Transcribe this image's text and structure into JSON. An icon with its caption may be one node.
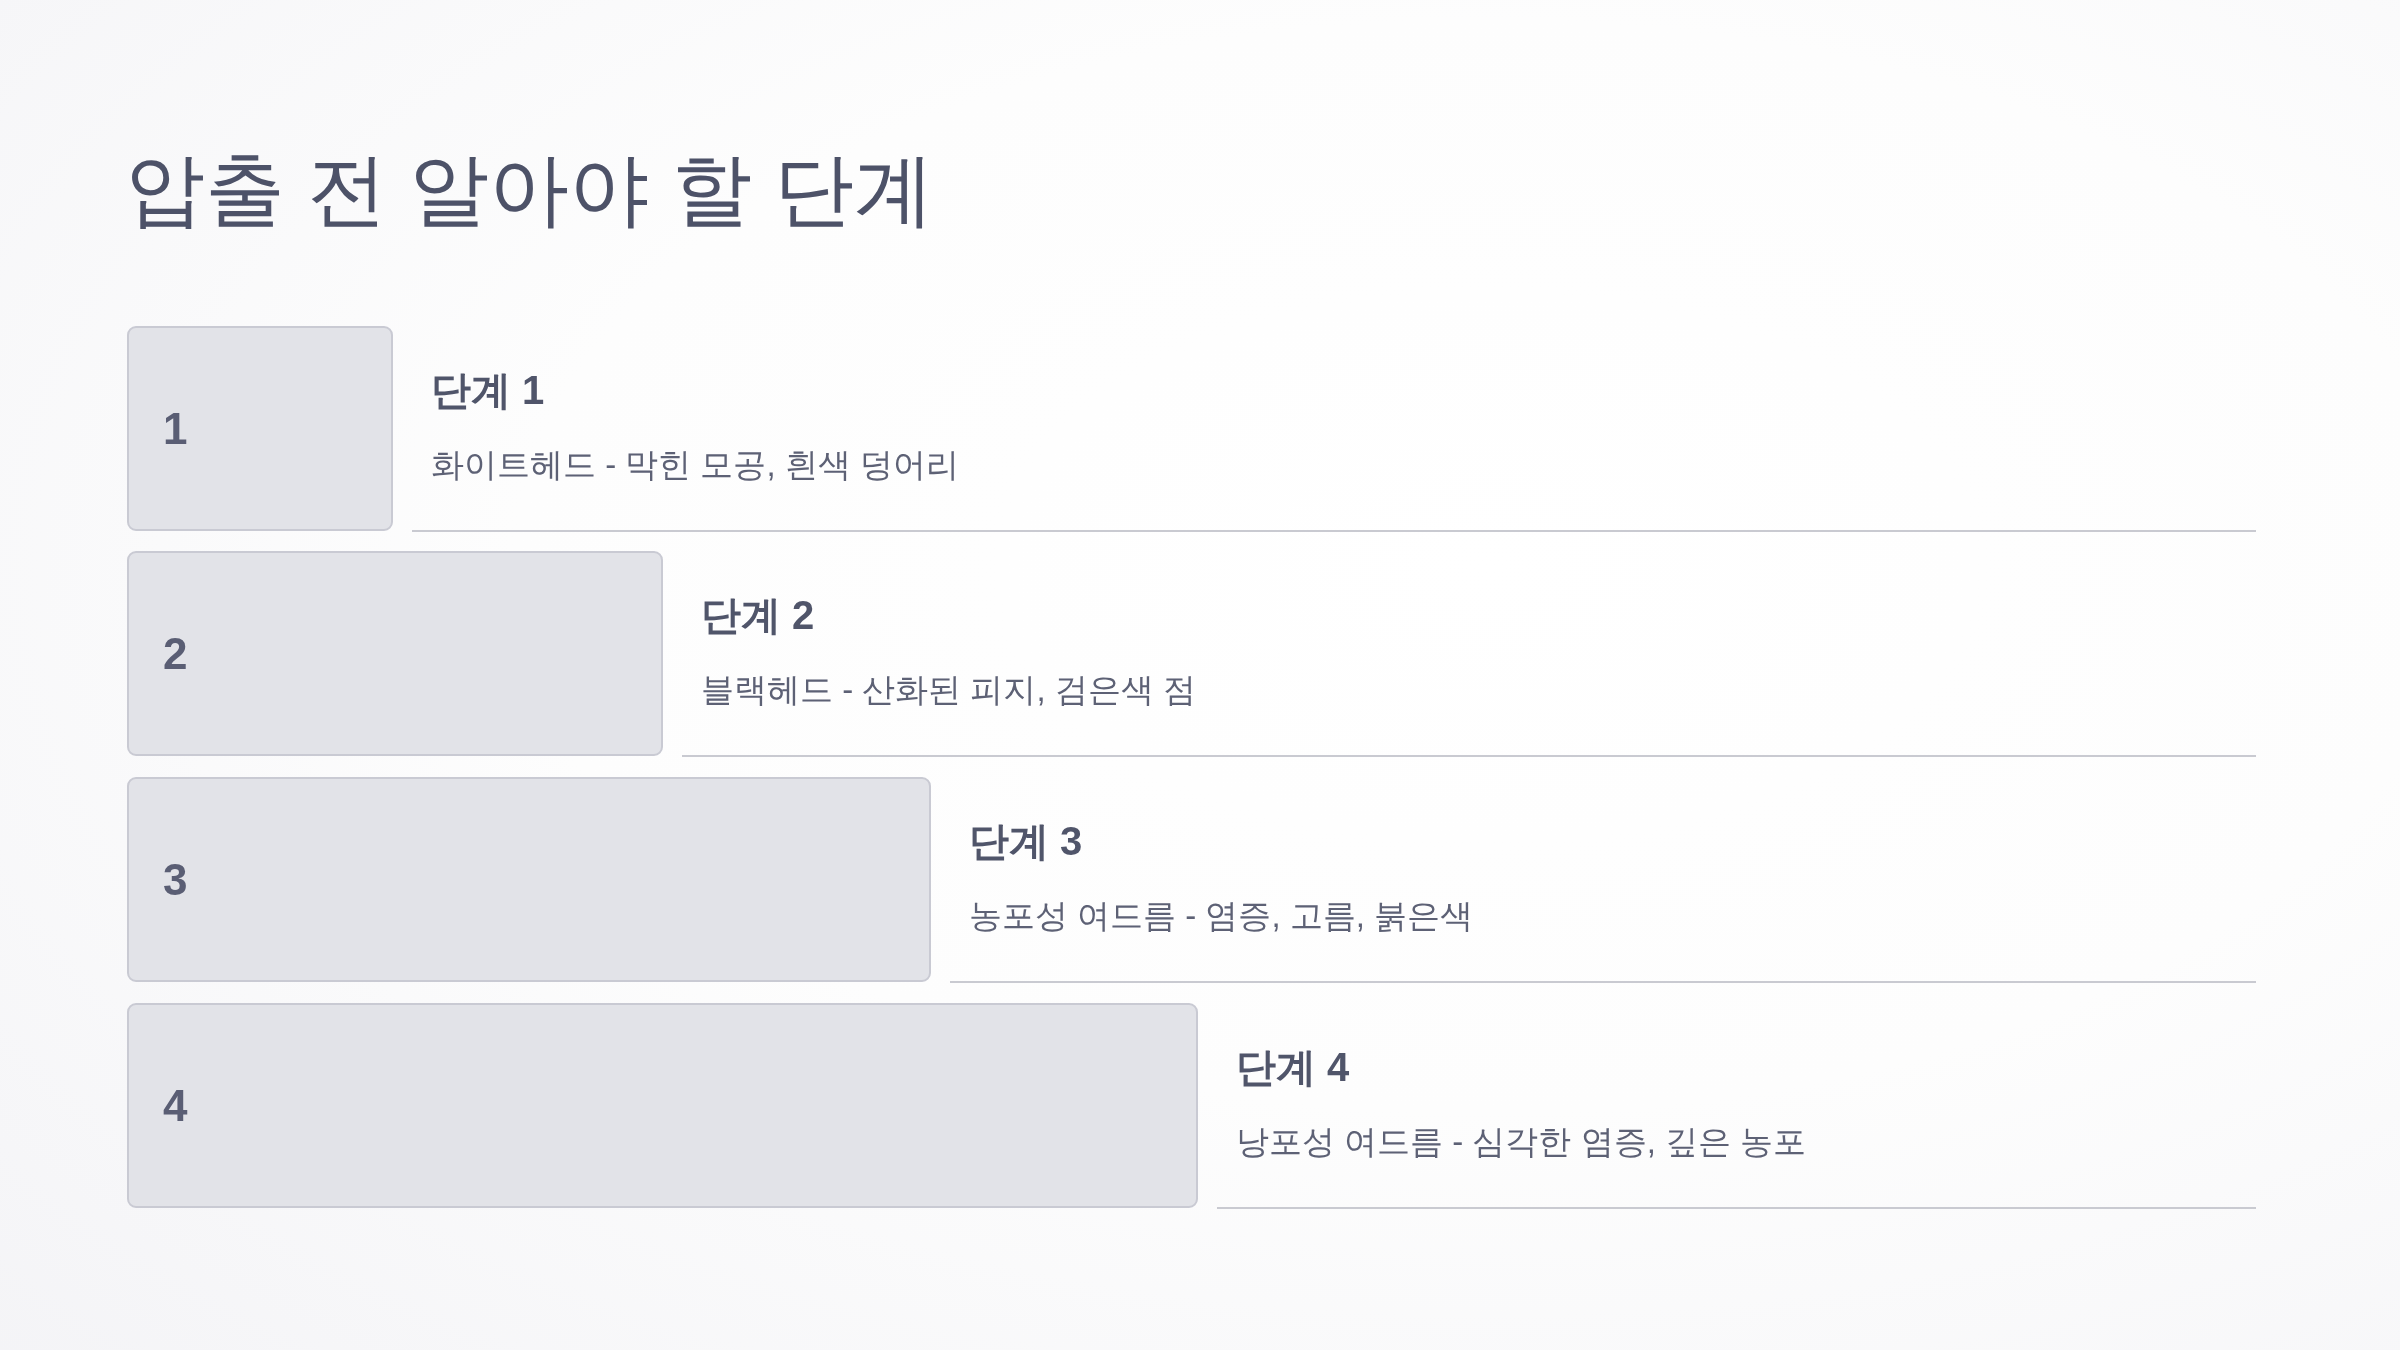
{
  "diagram": {
    "title": "압출 전 알아야 할 단계",
    "nodes": [
      {
        "text": [
          "1"
        ],
        "beside": [
          "단계 1",
          "화이트헤드 - 막힌 모공, 흰색 덩어리"
        ]
      },
      {
        "text": [
          "2"
        ],
        "beside": [
          "단계 2",
          "블랙헤드 - 산화된 피지, 검은색 점"
        ]
      },
      {
        "text": [
          "3"
        ],
        "beside": [
          "단계 3",
          "농포성 여드름 - 염증, 고름, 붉은색"
        ]
      },
      {
        "text": [
          "4"
        ],
        "beside": [
          "단계 4",
          "낭포성 여드름 - 심각한 염증, 깊은 농포"
        ]
      }
    ]
  }
}
